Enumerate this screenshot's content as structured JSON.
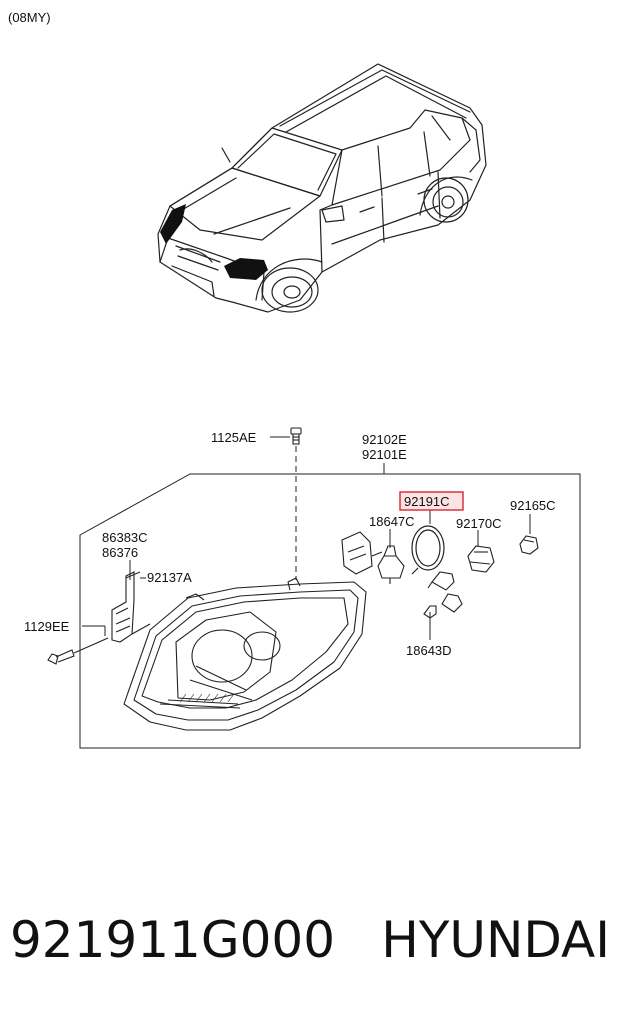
{
  "header": {
    "model_year": "(08MY)"
  },
  "labels": {
    "p1125AE": "1125AE",
    "p92102E": "92102E",
    "p92101E": "92101E",
    "p92191C": "92191C",
    "p18647C": "18647C",
    "p92170C": "92170C",
    "p92165C": "92165C",
    "p86383C": "86383C",
    "p86376": "86376",
    "p92137A": "92137A",
    "p1129EE": "1129EE",
    "p18643D": "18643D"
  },
  "highlight": {
    "part": "92191C",
    "color": "#d9262e"
  },
  "footer": {
    "part_number": "921911G000",
    "brand": "HYUNDAI"
  }
}
